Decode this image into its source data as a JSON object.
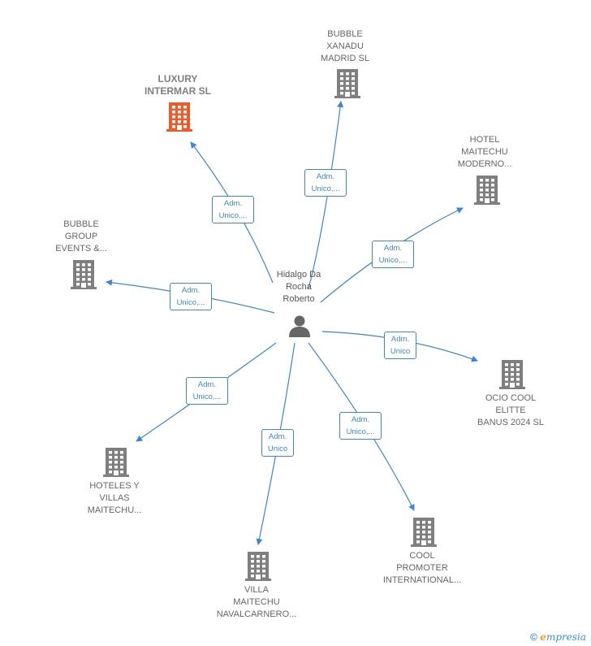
{
  "center": {
    "name": "Hidalgo Da\nRocha\nRoberto",
    "icon": "person-icon",
    "color": "#666666"
  },
  "colors": {
    "edge": "#3d85d6",
    "building": "#7f7f7f",
    "building_highlight": "#f05a28"
  },
  "companies": [
    {
      "name": "LUXURY\nINTERMAR SL",
      "highlight": true,
      "role": "Adm.\nUnico,..."
    },
    {
      "name": "BUBBLE\nXANADU\nMADRID SL",
      "highlight": false,
      "role": "Adm.\nUnico,..."
    },
    {
      "name": "HOTEL\nMAITECHU\nMODERNO...",
      "highlight": false,
      "role": "Adm.\nUnico,..."
    },
    {
      "name": "BUBBLE\nGROUP\nEVENTS &...",
      "highlight": false,
      "role": "Adm.\nUnico,..."
    },
    {
      "name": "OCIO COOL\nELITTE\nBANUS 2024 SL",
      "highlight": false,
      "role": "Adm.\nUnico"
    },
    {
      "name": "HOTELES Y\nVILLAS\nMAITECHU...",
      "highlight": false,
      "role": "Adm.\nUnico,..."
    },
    {
      "name": "VILLA\nMAITECHU\nNAVALCARNERO...",
      "highlight": false,
      "role": "Adm.\nUnico"
    },
    {
      "name": "COOL\nPROMOTER\nINTERNATIONAL...",
      "highlight": false,
      "role": "Adm.\nUnico,..."
    }
  ],
  "footer": {
    "copyright": "©",
    "brand_initial": "e",
    "brand_rest": "mpresia"
  }
}
